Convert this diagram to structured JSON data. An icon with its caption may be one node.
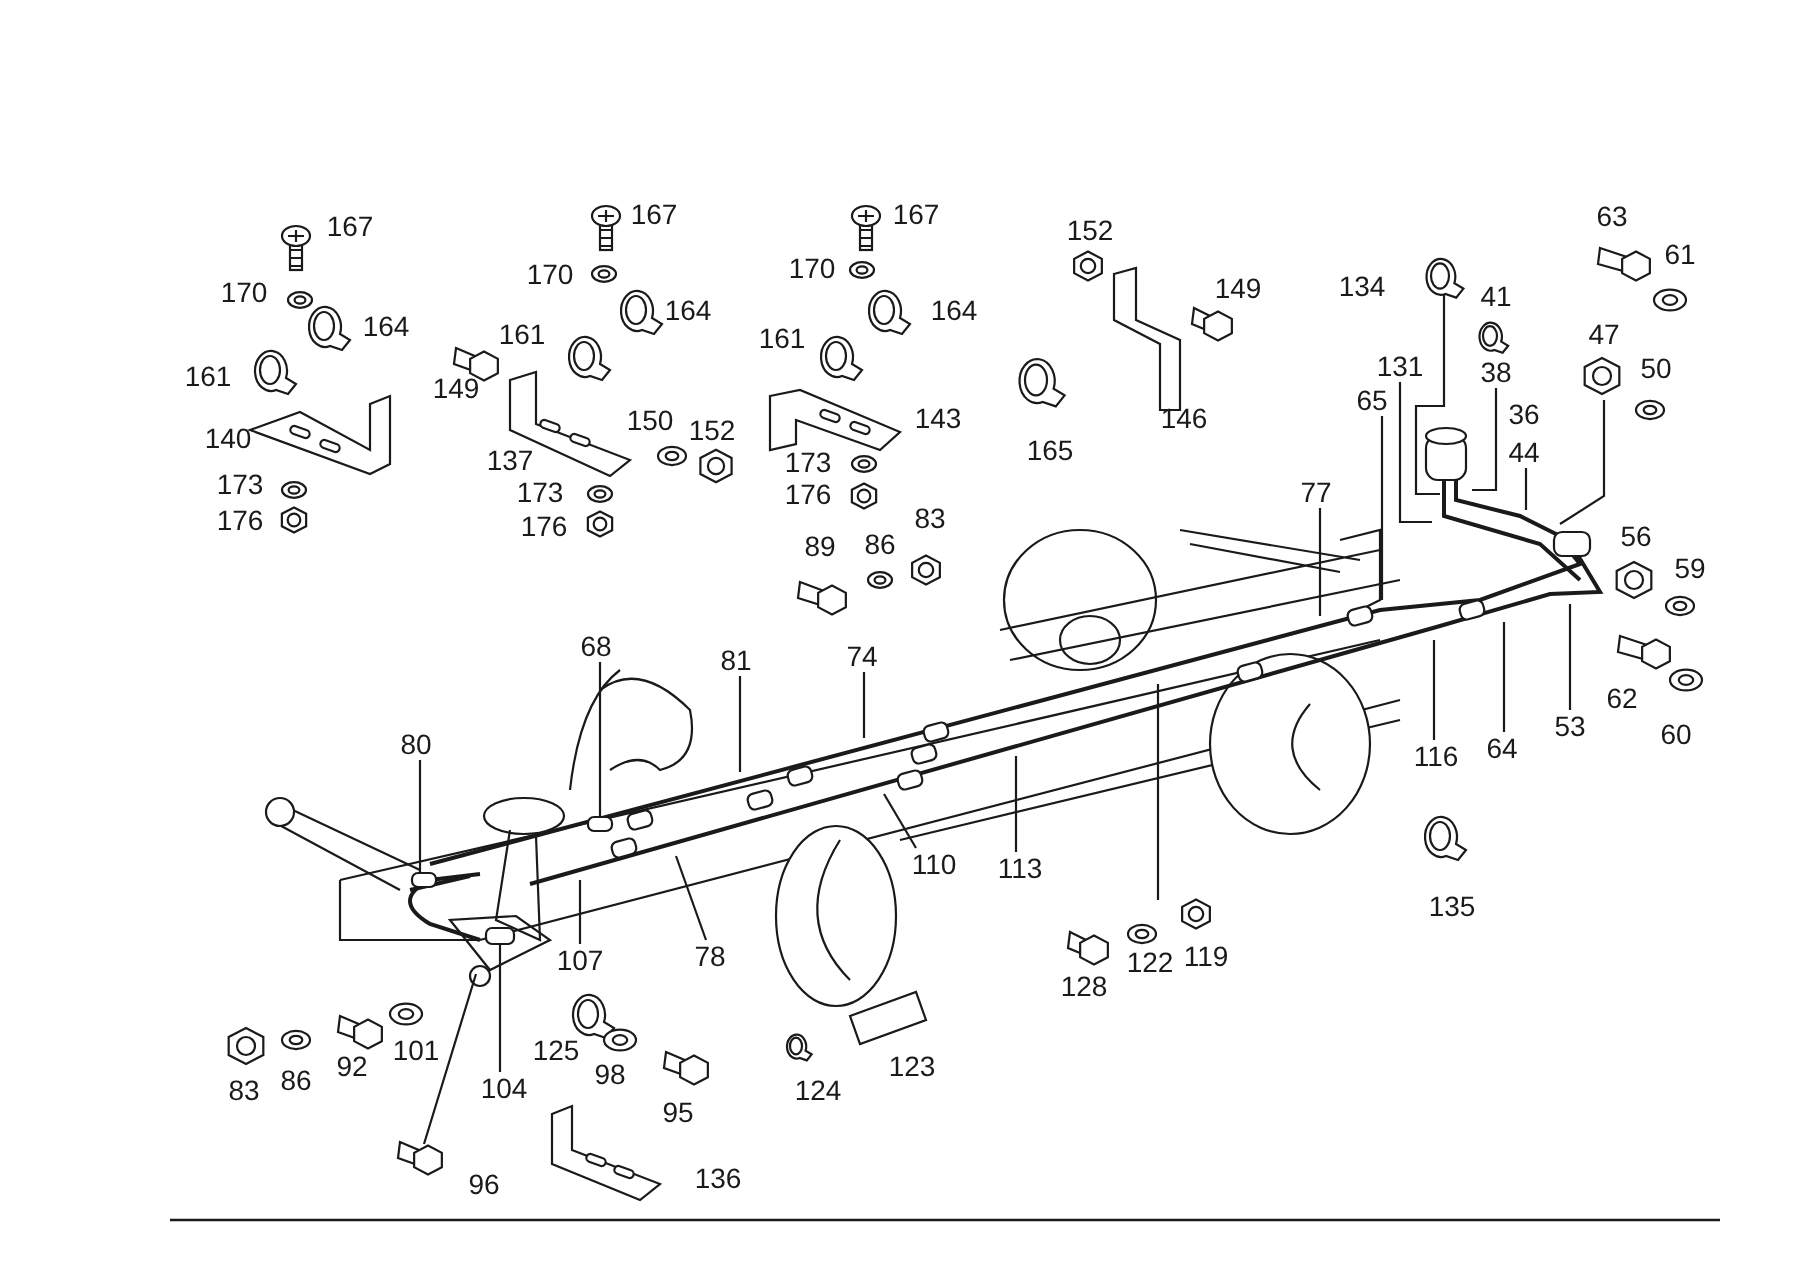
{
  "diagram": {
    "nodes": [
      {
        "text": [
          "80"
        ]
      },
      {
        "text": [
          "68"
        ]
      },
      {
        "text": [
          "81"
        ]
      },
      {
        "text": [
          "74"
        ]
      },
      {
        "text": [
          "110"
        ]
      },
      {
        "text": [
          "113"
        ]
      },
      {
        "text": [
          "78"
        ]
      },
      {
        "text": [
          "107"
        ]
      },
      {
        "text": [
          "104"
        ]
      },
      {
        "text": [
          "77"
        ]
      },
      {
        "text": [
          "65"
        ]
      },
      {
        "text": [
          "131"
        ]
      },
      {
        "text": [
          "38"
        ]
      },
      {
        "text": [
          "44"
        ]
      },
      {
        "text": [
          "116"
        ]
      },
      {
        "text": [
          "64"
        ]
      },
      {
        "text": [
          "53"
        ]
      },
      {
        "text": [],
        "shape": "box"
      },
      {
        "text": [],
        "shape": "box"
      },
      {
        "text": [],
        "shape": "box"
      }
    ],
    "edges": [
      {
        "from": 0,
        "to": 17,
        "arrow": "none"
      },
      {
        "from": 1,
        "to": 18,
        "arrow": "none"
      },
      {
        "from": 2,
        "to": null,
        "arrow": "none"
      },
      {
        "from": 3,
        "to": null,
        "arrow": "none"
      },
      {
        "from": 4,
        "to": null,
        "arrow": "none"
      },
      {
        "from": 5,
        "to": null,
        "arrow": "none"
      },
      {
        "from": 6,
        "to": null,
        "arrow": "none"
      },
      {
        "from": 7,
        "to": null,
        "arrow": "none"
      },
      {
        "from": 8,
        "to": 19,
        "arrow": "none"
      },
      {
        "from": 9,
        "to": null,
        "arrow": "none"
      },
      {
        "from": 10,
        "to": null,
        "arrow": "none"
      },
      {
        "from": 11,
        "to": null,
        "arrow": "none"
      },
      {
        "from": 12,
        "to": null,
        "arrow": "none"
      },
      {
        "from": 13,
        "to": null,
        "arrow": "none"
      },
      {
        "from": 14,
        "to": null,
        "arrow": "none"
      },
      {
        "from": 15,
        "to": null,
        "arrow": "none"
      },
      {
        "from": 16,
        "to": null,
        "arrow": "none"
      }
    ],
    "labels": [
      "167",
      "170",
      "164",
      "161",
      "140",
      "173",
      "176",
      "167",
      "170",
      "164",
      "161",
      "149",
      "150",
      "152",
      "137",
      "173",
      "176",
      "143",
      "167",
      "170",
      "164",
      "161",
      "173",
      "176",
      "89",
      "86",
      "83",
      "152",
      "149",
      "165",
      "146",
      "134",
      "41",
      "63",
      "61",
      "47",
      "50",
      "56",
      "59",
      "62",
      "60",
      "36",
      "135",
      "83",
      "86",
      "92",
      "101",
      "125",
      "98",
      "95",
      "124",
      "123",
      "128",
      "122",
      "119",
      "96",
      "136"
    ]
  }
}
